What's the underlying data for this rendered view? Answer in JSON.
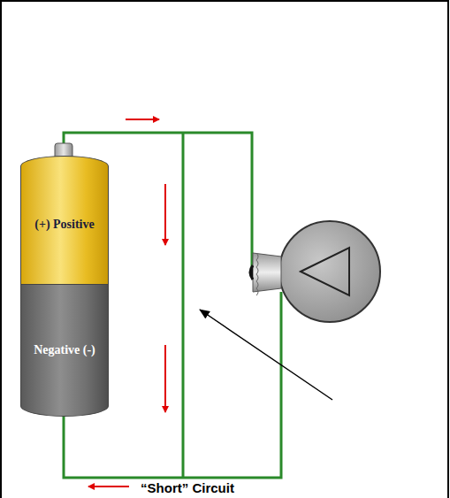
{
  "diagram": {
    "caption": "“Short” Circuit",
    "nodes": [
      {
        "text": [
          "(+) Positive"
        ]
      },
      {
        "text": [
          "Negative (-)"
        ]
      }
    ]
  }
}
